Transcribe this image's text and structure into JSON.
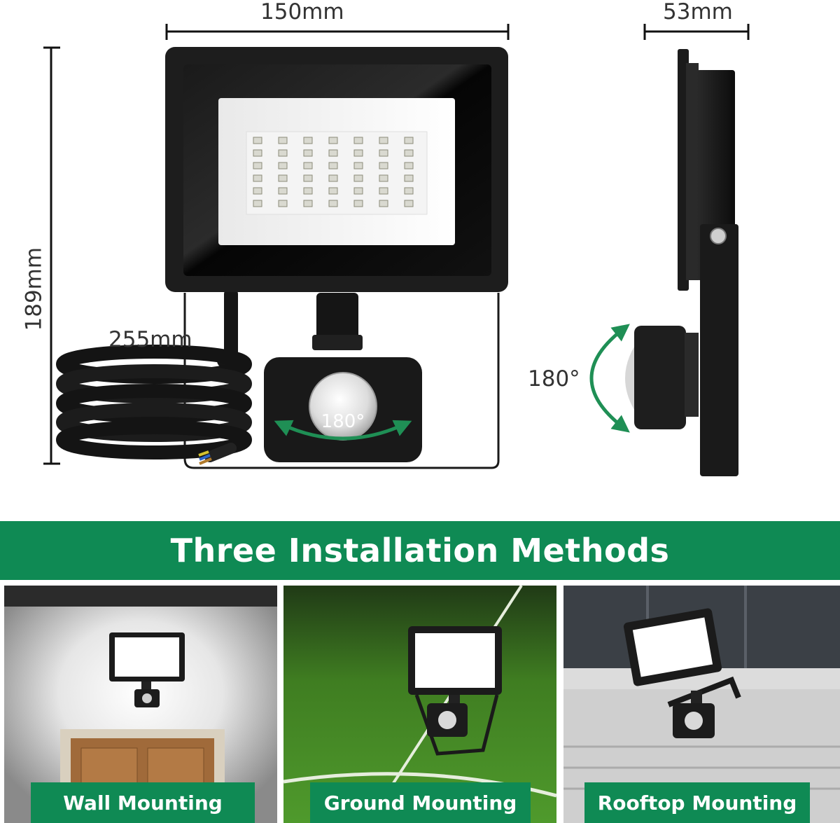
{
  "dimensions": {
    "width": "150mm",
    "depth": "53mm",
    "height": "189mm",
    "cable": "255mm",
    "sensor_rotation_front": "180°",
    "sensor_rotation_side": "180°"
  },
  "banner": {
    "title": "Three Installation Methods"
  },
  "methods": [
    {
      "label": "Wall Mounting"
    },
    {
      "label": "Ground Mounting"
    },
    {
      "label": "Rooftop Mounting"
    }
  ],
  "colors": {
    "brand_green": "#0f8a54",
    "arrow_green": "#1f8f55"
  },
  "icons": [
    "rotation-arrow-icon"
  ]
}
